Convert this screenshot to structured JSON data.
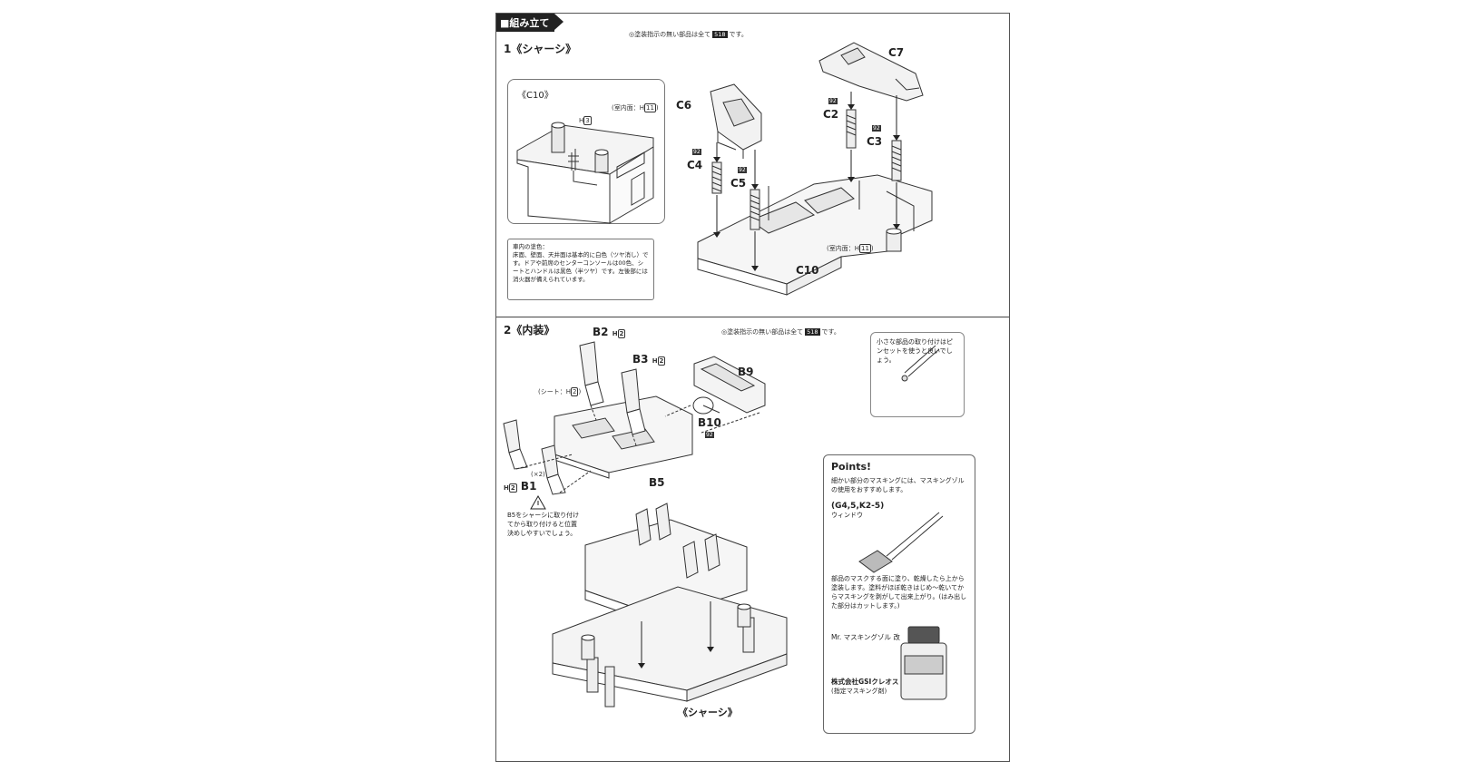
{
  "header": {
    "section_tag": "■組み立て"
  },
  "step1": {
    "title": "1《シャーシ》",
    "paint_note_prefix": "◎塗装指示の無い部品は全て",
    "paint_code": "518",
    "paint_note_suffix": "です。",
    "inset_title": "《C10》",
    "inset_h3_letter": "H",
    "inset_h3_num": "3",
    "inset_room_prefix": "(室内面：H",
    "inset_room_num": "11",
    "inset_room_suffix": ")",
    "interior_note_title": "車内の塗色：",
    "interior_note_body": "床面、壁面、天井面は基本的に白色（ツヤ消し）です。ドアや前席のセンターコンソールは00色、シートとハンドルは黒色（半ツヤ）です。左後部には消火器が備えられています。",
    "parts": {
      "c6": "C6",
      "c7": "C7",
      "c2": "C2",
      "c3": "C3",
      "c4": "C4",
      "c5": "C5",
      "c10": "C10",
      "paint_92": "92"
    },
    "room_note_prefix": "(室内面：H",
    "room_note_num": "11",
    "room_note_suffix": ")"
  },
  "step2": {
    "title": "2《内装》",
    "paint_note_prefix": "◎塗装指示の無い部品は全て",
    "paint_code": "518",
    "paint_note_suffix": "です。",
    "parts": {
      "b2": "B2",
      "b3": "B3",
      "b9": "B9",
      "b10": "B10",
      "b1": "B1",
      "b5": "B5",
      "h": "H",
      "h2": "2",
      "paint_92": "92",
      "x2": "(×2)"
    },
    "seat_note_prefix": "(シート：H",
    "seat_note_num": "2",
    "seat_note_suffix": ")",
    "warning_text": "B5をシャーシに取り付けてから取り付けると位置決めしやすいでしょう。",
    "chassis_label": "《シャーシ》",
    "tip_text": "小さな部品の取り付けはピンセットを使うと良いでしょう。",
    "points": {
      "title": "Points!",
      "intro": "細かい部分のマスキングには、マスキングゾルの使用をおすすめします。",
      "window_parts": "(G4,5,K2-5)",
      "window_label": "ウィンドウ",
      "method": "部品のマスクする面に塗り、乾燥したら上から塗装します。塗料がほぼ乾きはじめ～乾いてからマスキングを剥がして出来上がり。(はみ出した部分はカットします。)",
      "product": "Mr. マスキングゾル 改",
      "maker": "株式会社GSIクレオス",
      "maker_note": "(指定マスキング剤)"
    }
  }
}
